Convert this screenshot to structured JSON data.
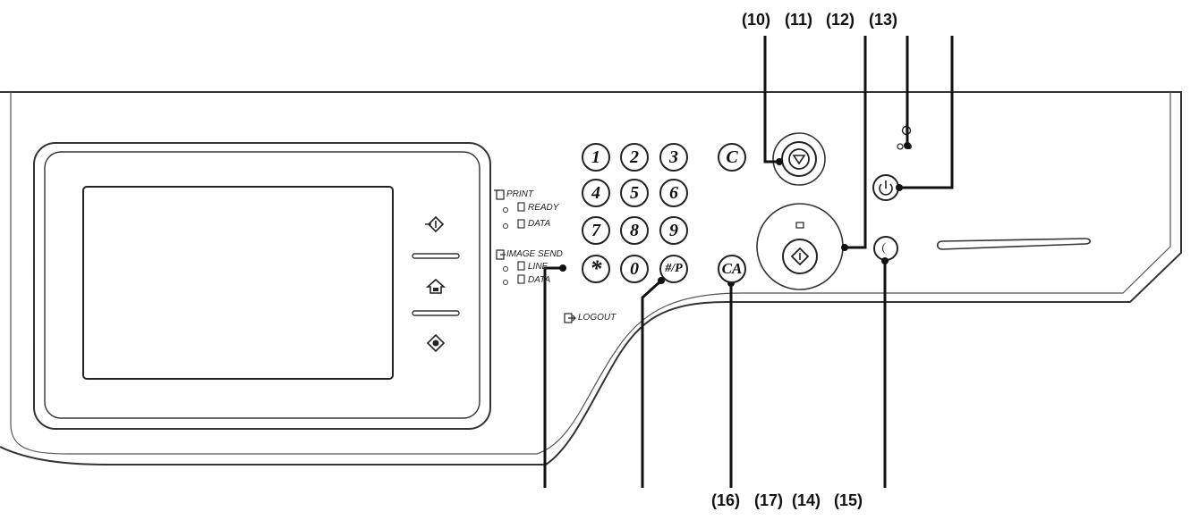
{
  "callouts": {
    "top": [
      "(10)",
      "(11)",
      "(12)",
      "(13)"
    ],
    "bottom": [
      "(16)",
      "(17)",
      "(14)",
      "(15)"
    ]
  },
  "keypad": {
    "digits": [
      "1",
      "2",
      "3",
      "4",
      "5",
      "6",
      "7",
      "8",
      "9"
    ],
    "asterisk": "*",
    "zero": "0",
    "hash_p": "#/P",
    "clear": "C",
    "clear_all": "CA"
  },
  "indicators": {
    "print": "PRINT",
    "ready": "READY",
    "data": "DATA",
    "image_send": "IMAGE SEND",
    "line": "LINE",
    "data2": "DATA",
    "logout": "LOGOUT"
  },
  "icons": {
    "screen_side_buttons": [
      "job-status-icon",
      "home-icon",
      "system-settings-icon"
    ],
    "stop": "stop-icon",
    "start": "start-icon",
    "power": "power-icon",
    "power_save": "moon-icon",
    "main_power": "main-power-icon"
  }
}
